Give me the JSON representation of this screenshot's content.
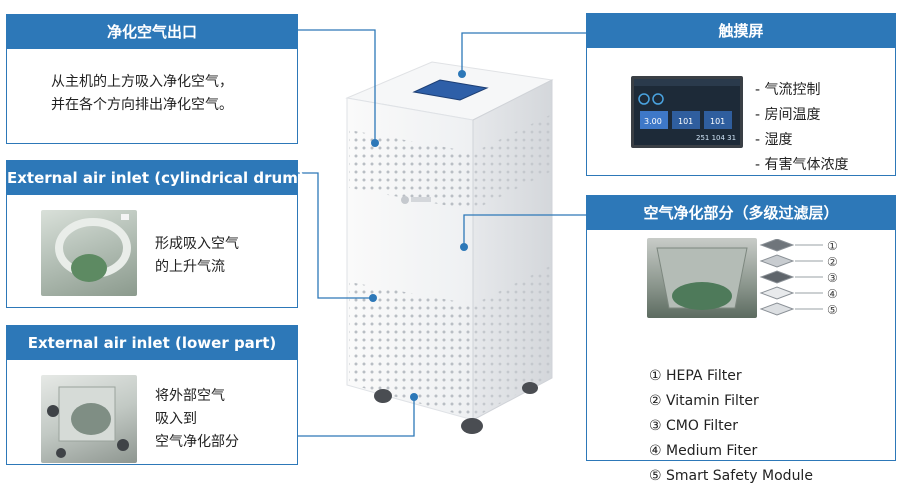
{
  "outlet": {
    "title": "净化空气出口",
    "line1": "从主机的上方吸入净化空气，",
    "line2": "并在各个方向排出净化空气。"
  },
  "drum_inlet": {
    "title": "External air inlet (cylindrical drum)",
    "line1": "形成吸入空气",
    "line2": "的上升气流"
  },
  "lower_inlet": {
    "title": "External air inlet (lower part)",
    "line1": "将外部空气",
    "line2": "吸入到",
    "line3": "空气净化部分"
  },
  "touchscreen": {
    "title": "触摸屏",
    "items": [
      "- 气流控制",
      "- 房间温度",
      "- 湿度",
      "- 有害气体浓度"
    ],
    "screen": {
      "values": [
        "3.00",
        "101",
        "101"
      ],
      "bottom": "251 104 31"
    }
  },
  "filters": {
    "title": "空气净化部分（多级过滤层）",
    "layer_markers": [
      "①",
      "②",
      "③",
      "④",
      "⑤"
    ],
    "items": [
      "① HEPA Filter",
      "② Vitamin Filter",
      "③ CMO Filter",
      "④ Medium Fiter",
      "⑤ Smart Safety Module"
    ]
  },
  "colors": {
    "accent": "#2d78b8",
    "leader": "#2d78b8"
  }
}
